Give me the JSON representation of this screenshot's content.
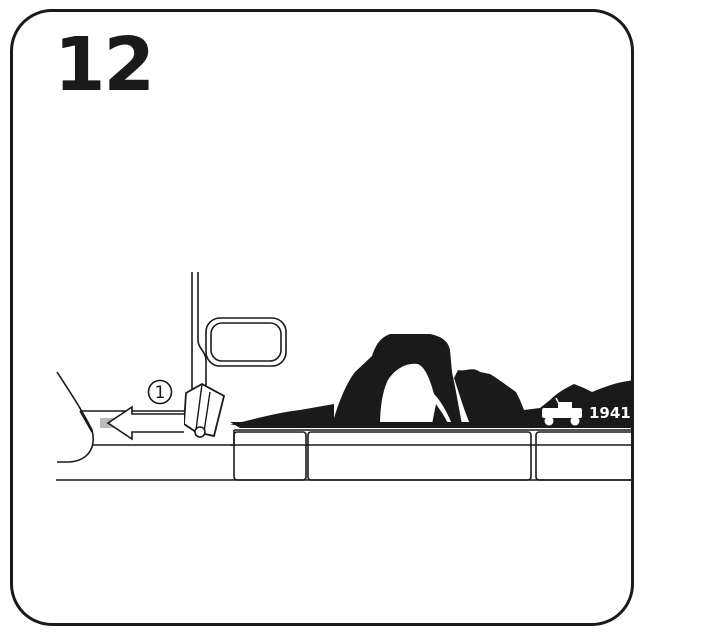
{
  "step": {
    "number": "12"
  },
  "callout": {
    "label": "1"
  },
  "decal": {
    "year": "1941"
  },
  "colors": {
    "ink": "#1a1a1a",
    "background": "#ffffff",
    "highlight": "#b9b9b9"
  },
  "icons": [
    "jeep-icon",
    "arrow-left-icon",
    "squeegee-icon",
    "side-mirror-icon"
  ]
}
